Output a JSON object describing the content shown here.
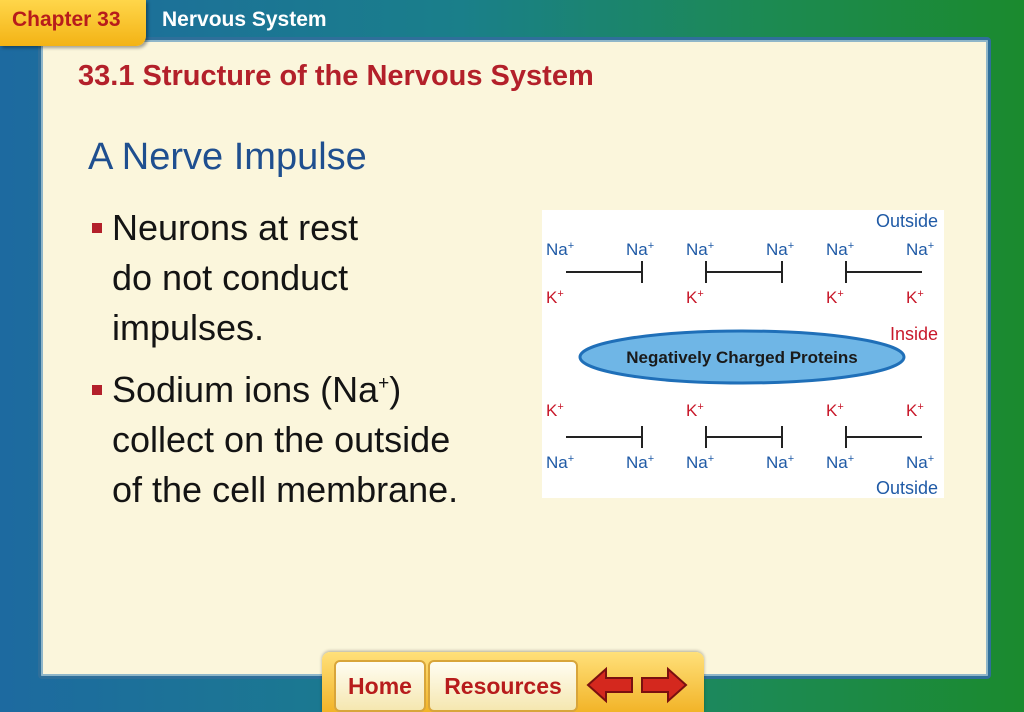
{
  "header": {
    "chapter_label": "Chapter 33",
    "unit_title": "Nervous System"
  },
  "section_title": "33.1 Structure of the Nervous System",
  "heading": "A Nerve Impulse",
  "bullets": [
    {
      "lines": [
        "Neurons at rest",
        "do not conduct",
        "impulses."
      ]
    },
    {
      "line1_prefix": "Sodium ions (Na",
      "line1_sup": "+",
      "line1_suffix": ")",
      "line2": "collect on the outside",
      "line3": "of the cell membrane."
    }
  ],
  "diagram": {
    "outside_top": "Outside",
    "inside": "Inside",
    "outside_bottom": "Outside",
    "na": "Na",
    "k": "K",
    "plus": "+",
    "protein_label": "Negatively Charged Proteins",
    "colors": {
      "na": "#1f5aa6",
      "k": "#c8182a",
      "protein_fill": "#6fb6e6",
      "protein_stroke": "#1f6fb8"
    }
  },
  "nav": {
    "home_label": "Home",
    "resources_label": "Resources",
    "prev_icon": "left-arrow-icon",
    "next_icon": "right-arrow-icon"
  }
}
